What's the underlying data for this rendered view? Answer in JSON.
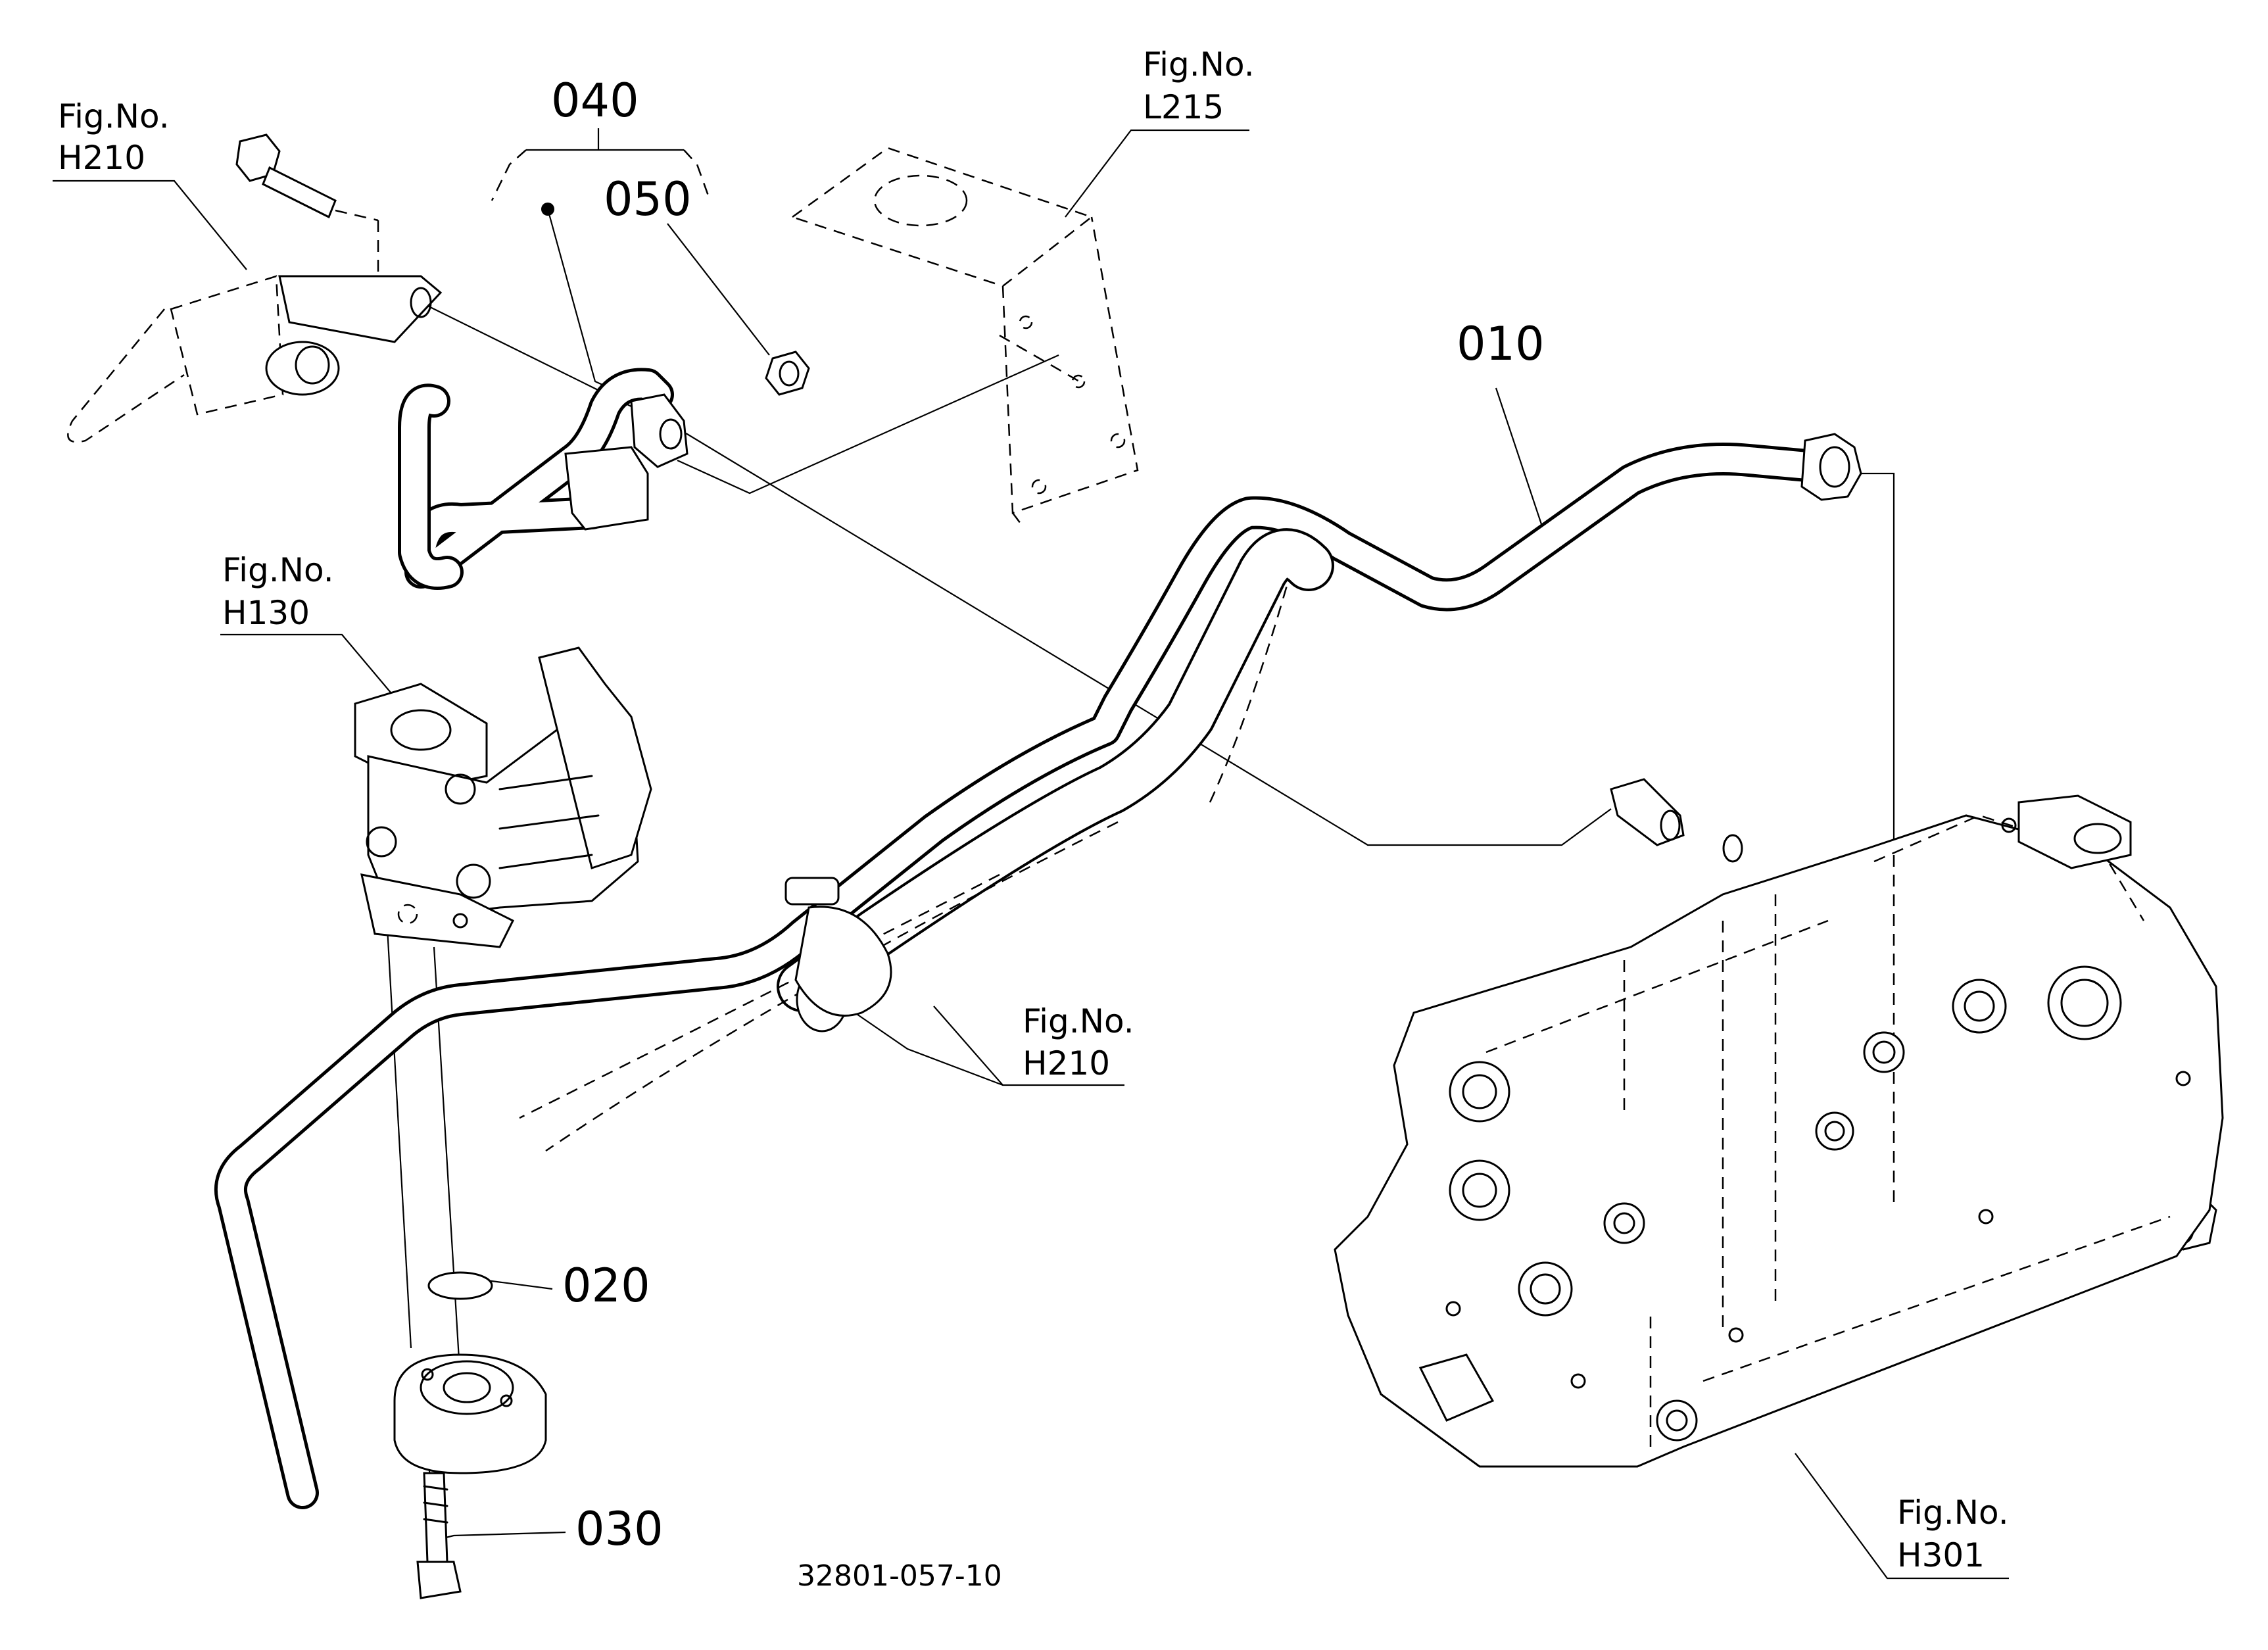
{
  "figure_refs": [
    {
      "id": "fig-h210-top",
      "prefix": "Fig.No.",
      "code": "H210"
    },
    {
      "id": "fig-l215",
      "prefix": "Fig.No.",
      "code": "L215"
    },
    {
      "id": "fig-h130",
      "prefix": "Fig.No.",
      "code": "H130"
    },
    {
      "id": "fig-h210-mid",
      "prefix": "Fig.No.",
      "code": "H210"
    },
    {
      "id": "fig-h301",
      "prefix": "Fig.No.",
      "code": "H301"
    }
  ],
  "part_numbers": [
    "010",
    "020",
    "030",
    "040",
    "050"
  ],
  "drawing_code": "32801-057-10"
}
